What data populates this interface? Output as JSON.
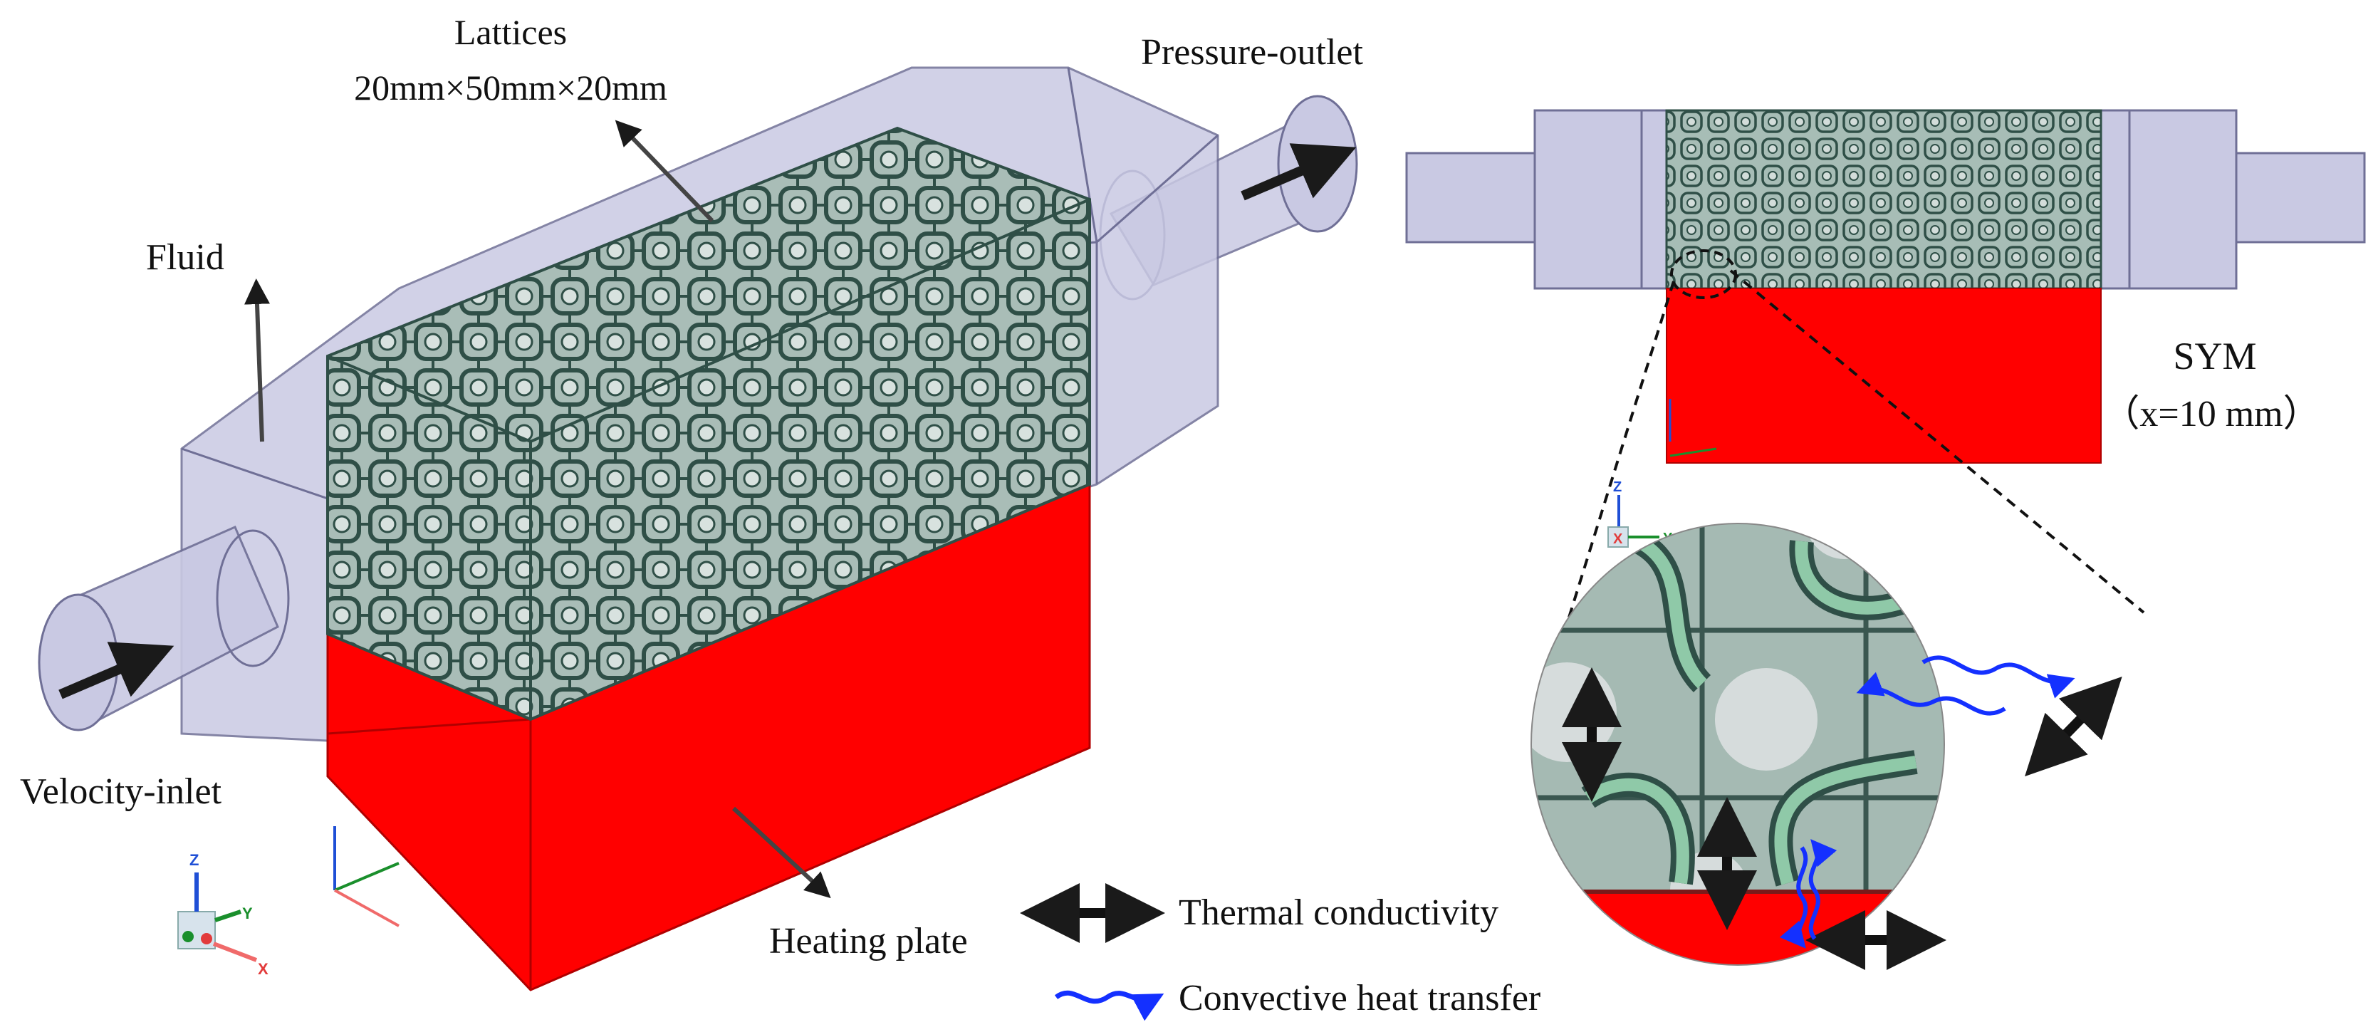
{
  "labels": {
    "lattices": "Lattices",
    "lattice_dims": "20mm×50mm×20mm",
    "pressure_outlet": "Pressure-outlet",
    "fluid": "Fluid",
    "velocity_inlet": "Velocity-inlet",
    "heating_plate": "Heating plate",
    "sym": "SYM",
    "sym_plane": "（x=10 mm）"
  },
  "legend": [
    {
      "icon": "double-arrow-icon",
      "label": "Thermal conductivity"
    },
    {
      "icon": "wavy-arrow-icon",
      "label": "Convective heat transfer"
    }
  ],
  "axes_triads": {
    "main": [
      "Z",
      "Y",
      "X"
    ],
    "side": [
      "Z",
      "Y",
      "X"
    ]
  },
  "colors": {
    "fluid": "#c9c9e3",
    "fluid_edge": "#6f6f96",
    "lattice": "#9fb6b0",
    "lattice_edge": "#2f4f47",
    "heating": "#ff0000",
    "convection": "#1430ff",
    "arrow": "#1a1a1a"
  }
}
